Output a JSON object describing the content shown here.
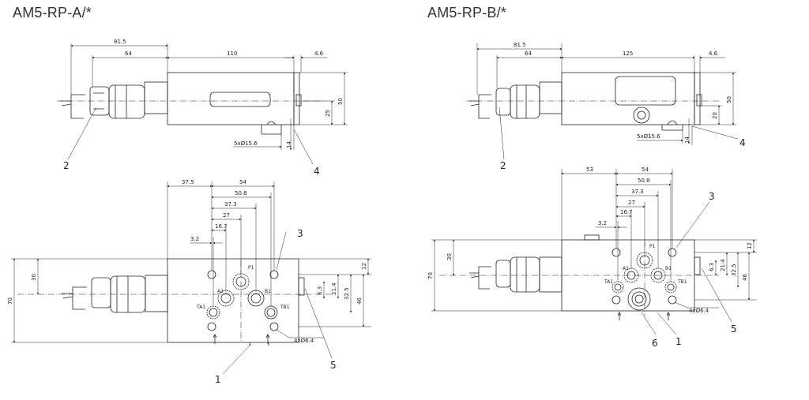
{
  "titles": {
    "left": "AM5-RP-A/*",
    "right": "AM5-RP-B/*"
  },
  "left_top": {
    "d_815": "81.5",
    "d_64": "64",
    "d_110": "110",
    "d_46": "4.6",
    "d_50": "50",
    "d_25": "25",
    "d_14": "14",
    "holes": "5xØ15.6",
    "callout_2": "2",
    "callout_4": "4"
  },
  "left_bottom": {
    "d_375": "37.5",
    "d_54": "54",
    "d_508": "50.8",
    "d_373": "37.3",
    "d_27": "27",
    "d_167": "16.7",
    "d_32": "3.2",
    "d_30": "30",
    "d_70": "70",
    "d_12": "12",
    "d_63": "6.3",
    "d_214": "21.4",
    "d_325": "32.5",
    "d_46v": "46",
    "holes": "4xØ6.4",
    "port_p": "P1",
    "port_a": "A1",
    "port_b": "B1",
    "port_ta": "TA1",
    "port_tb": "TB1",
    "callout_1": "1",
    "callout_3": "3",
    "callout_5": "5"
  },
  "right_top": {
    "d_815": "81.5",
    "d_64": "64",
    "d_125": "125",
    "d_46": "4.6",
    "d_50": "50",
    "d_20": "20",
    "d_14": "14",
    "holes": "5xØ15.6",
    "callout_2": "2",
    "callout_4": "4"
  },
  "right_bottom": {
    "d_53": "53",
    "d_54": "54",
    "d_508": "50.8",
    "d_373": "37.3",
    "d_27": "27",
    "d_167": "16.7",
    "d_32": "3.2",
    "d_30": "30",
    "d_70": "70",
    "d_12": "12",
    "d_63": "6.3",
    "d_214": "21.4",
    "d_325": "32.5",
    "d_46v": "46",
    "holes": "4xØ6.4",
    "port_p": "P1",
    "port_a": "A1",
    "port_b": "B1",
    "port_ta": "TA1",
    "port_tb": "TB1",
    "callout_1": "1",
    "callout_3": "3",
    "callout_5": "5",
    "callout_6": "6"
  }
}
